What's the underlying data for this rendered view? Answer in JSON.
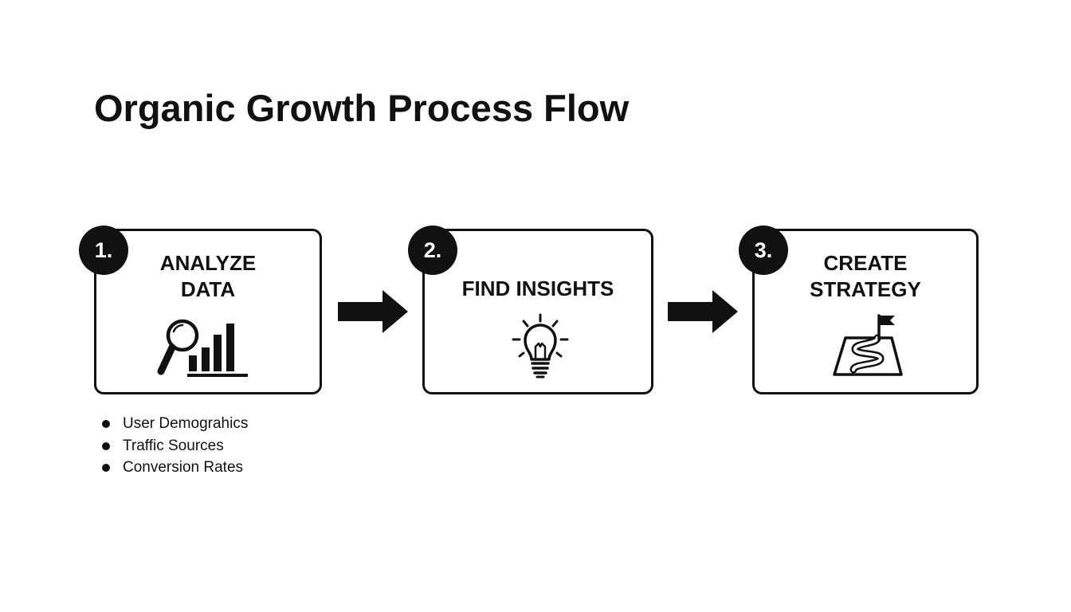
{
  "page": {
    "title": "Organic Growth Process Flow"
  },
  "steps": [
    {
      "number": "1.",
      "title_lines": [
        "ANALYZE",
        "DATA"
      ],
      "icon": "magnifier-bar-chart-icon"
    },
    {
      "number": "2.",
      "title_lines": [
        "FIND INSIGHTS"
      ],
      "icon": "lightbulb-icon"
    },
    {
      "number": "3.",
      "title_lines": [
        "CREATE",
        "STRATEGY"
      ],
      "icon": "map-flag-icon"
    }
  ],
  "connectors": [
    "arrow-right-icon",
    "arrow-right-icon"
  ],
  "analyze_details": [
    "User Demograhics",
    "Traffic Sources",
    "Conversion Rates"
  ],
  "colors": {
    "ink": "#111111",
    "background": "#ffffff"
  }
}
